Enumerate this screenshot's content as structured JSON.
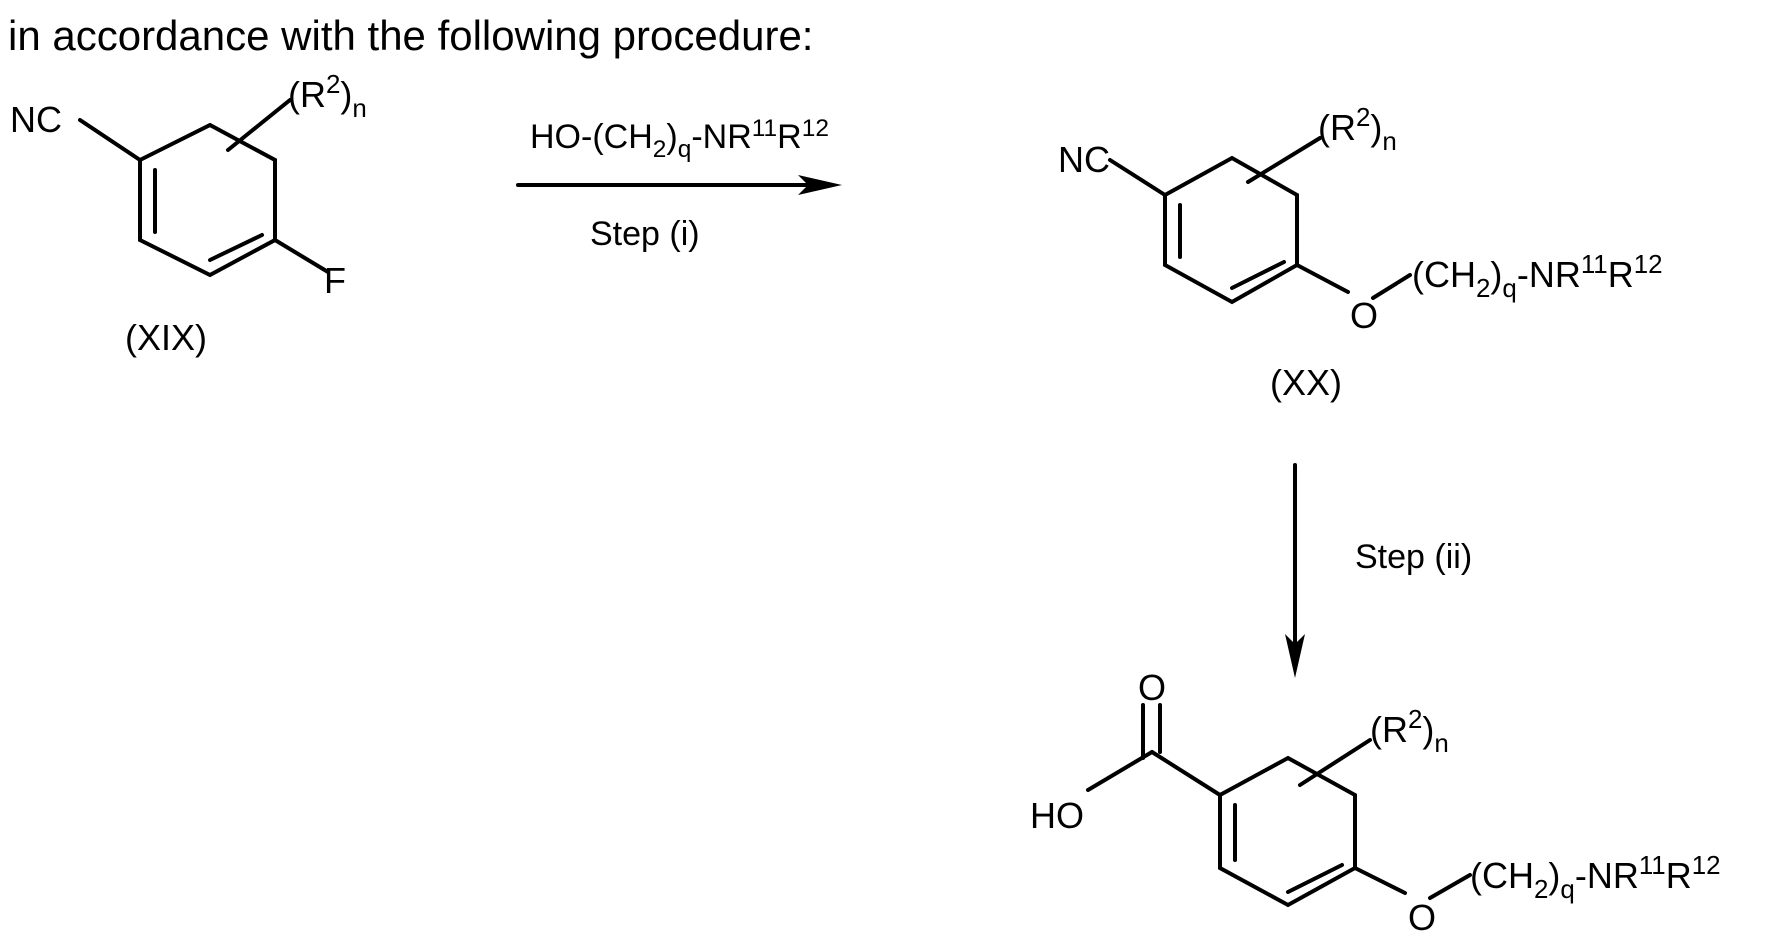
{
  "intro_text": "in accordance with the following procedure:",
  "compounds": {
    "xix": {
      "id": "(XIX)",
      "nc": "NC",
      "f": "F",
      "r2": {
        "open": "(R",
        "sup": "2",
        "close": ")",
        "sub": "n"
      }
    },
    "xx": {
      "id": "(XX)",
      "nc": "NC",
      "o": "O",
      "r2": {
        "open": "(R",
        "sup": "2",
        "close": ")",
        "sub": "n"
      },
      "chain": {
        "a": "(CH",
        "sub2": "2",
        "close": ")",
        "subq": "q",
        "nr": "-NR",
        "sup11": "11",
        "r": "R",
        "sup12": "12"
      }
    },
    "product": {
      "ho": "HO",
      "o_top": "O",
      "o": "O",
      "r2": {
        "open": "(R",
        "sup": "2",
        "close": ")",
        "sub": "n"
      },
      "chain": {
        "a": "(CH",
        "sub2": "2",
        "close": ")",
        "subq": "q",
        "nr": "-NR",
        "sup11": "11",
        "r": "R",
        "sup12": "12"
      }
    }
  },
  "steps": {
    "step1": {
      "reagent": {
        "a": "HO-(CH",
        "sub2": "2",
        "close": ")",
        "subq": "q",
        "nr": "-NR",
        "sup11": "11",
        "r": "R",
        "sup12": "12"
      },
      "label": "Step (i)"
    },
    "step2": {
      "label": "Step (ii)"
    }
  }
}
